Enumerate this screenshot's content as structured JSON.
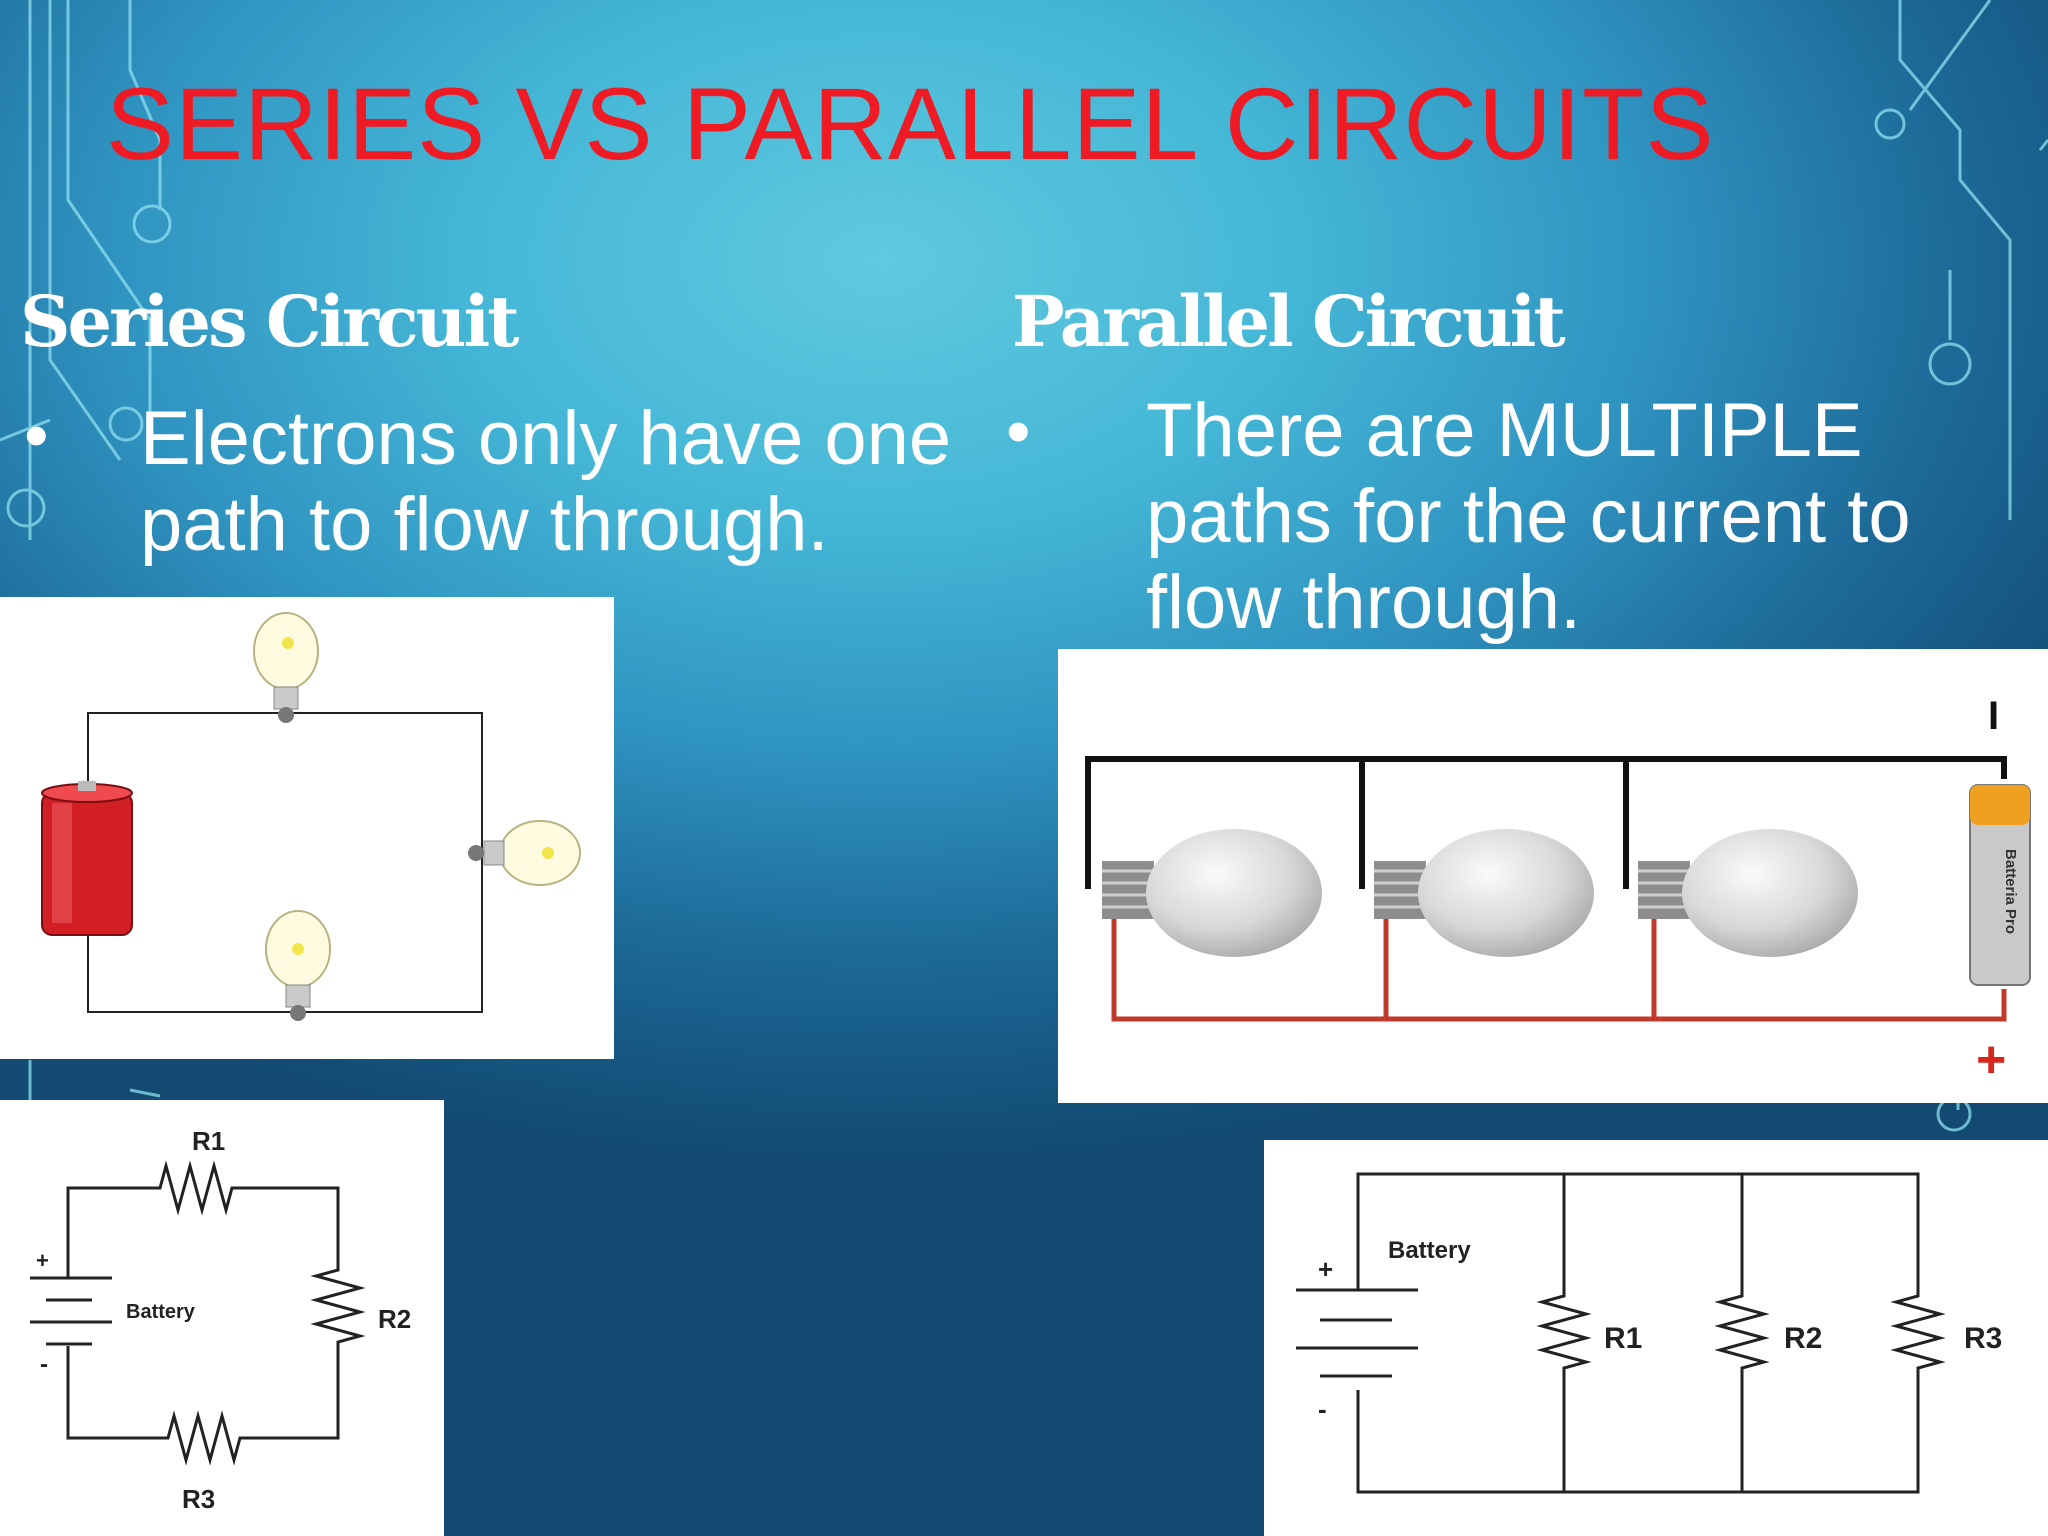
{
  "slide": {
    "title": "SERIES VS PARALLEL CIRCUITS",
    "series": {
      "heading": "Series Circuit",
      "bullet_symbol": "•",
      "bullet_text": "Electrons only have one path to flow through."
    },
    "parallel": {
      "heading": "Parallel Circuit",
      "bullet_symbol": "•",
      "bullet_text": "There are MULTIPLE paths for the current to flow through."
    }
  },
  "series_schematic": {
    "r1": "R1",
    "r2": "R2",
    "r3": "R3",
    "battery": "Battery",
    "plus": "+",
    "minus": "-"
  },
  "parallel_photo": {
    "negative_mark": "I",
    "positive_mark": "+",
    "battery_print": "Batteria Pro"
  },
  "parallel_schematic": {
    "r1": "R1",
    "r2": "R2",
    "r3": "R3",
    "battery": "Battery",
    "plus": "+",
    "minus": "-"
  },
  "colors": {
    "title": "#ee1b24",
    "text": "#ffffff",
    "bg_light": "#5fcadf",
    "bg_dark": "#124a72",
    "battery_red": "#d21f26",
    "wire_red": "#c0392b"
  }
}
